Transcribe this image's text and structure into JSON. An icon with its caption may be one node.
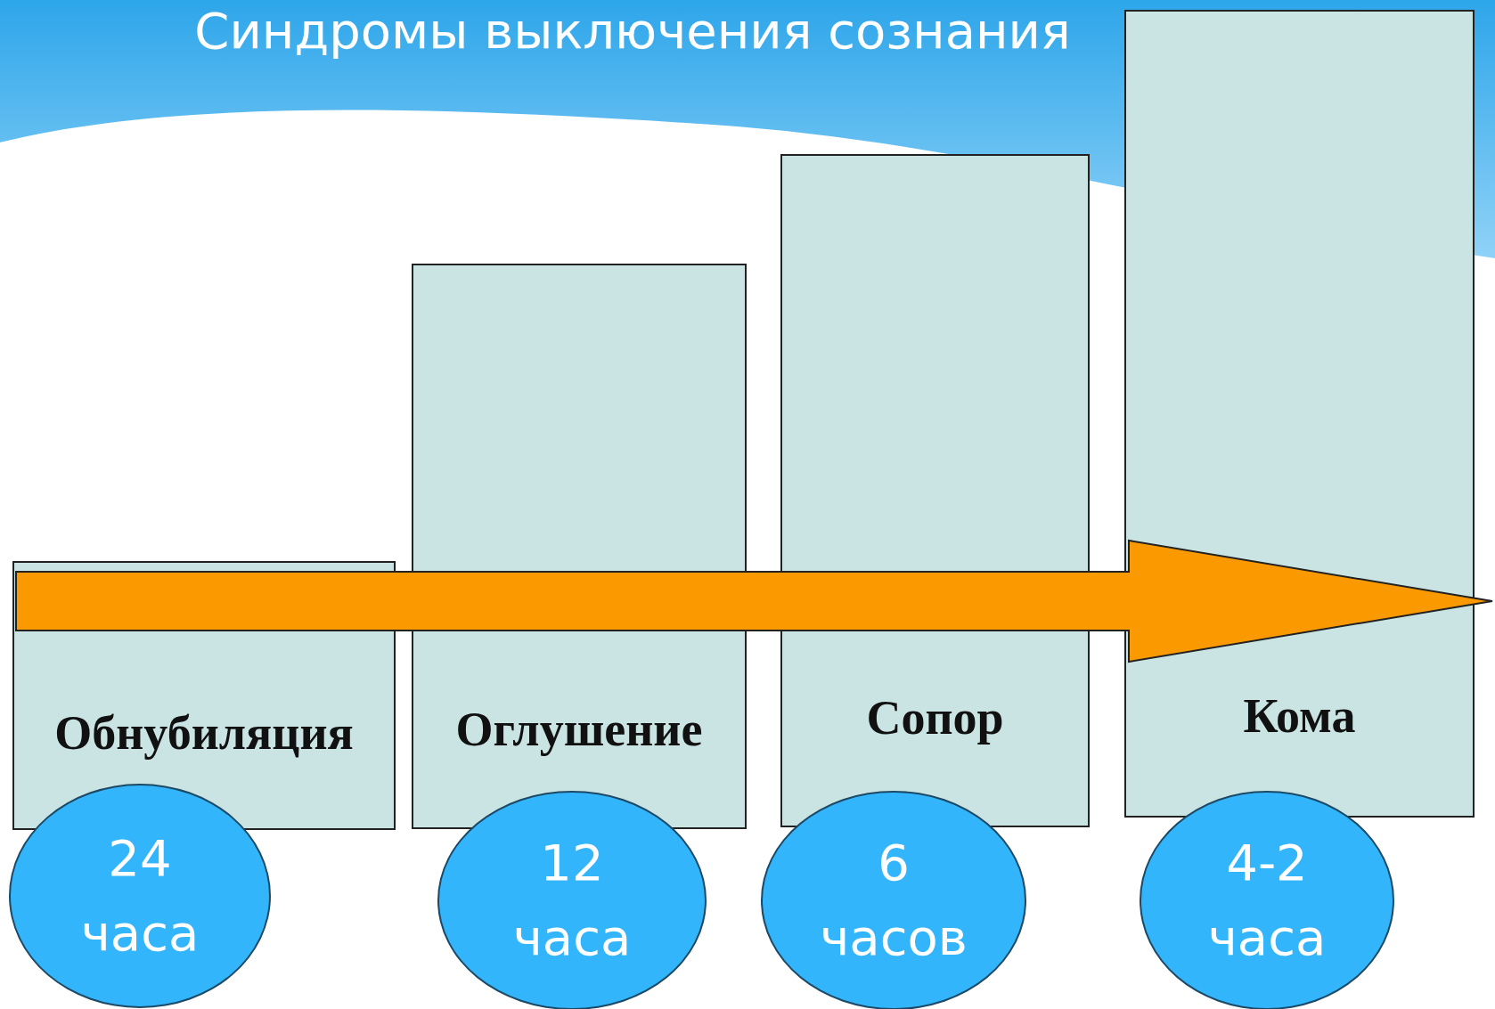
{
  "diagram": {
    "title": "Синдромы выключения сознания",
    "nodes": [
      {
        "text": [
          "Обнубиляция"
        ]
      },
      {
        "text": [
          "Оглушение"
        ]
      },
      {
        "text": [
          "Сопор"
        ]
      },
      {
        "text": [
          "Кома"
        ]
      },
      {
        "text": [
          "24 часа"
        ]
      },
      {
        "text": [
          "12 часа"
        ]
      },
      {
        "text": [
          "6 часов"
        ]
      },
      {
        "text": [
          "4-2 часа"
        ]
      }
    ],
    "edges": [
      {
        "from": 0,
        "to": 3,
        "arrow": "to"
      }
    ]
  }
}
